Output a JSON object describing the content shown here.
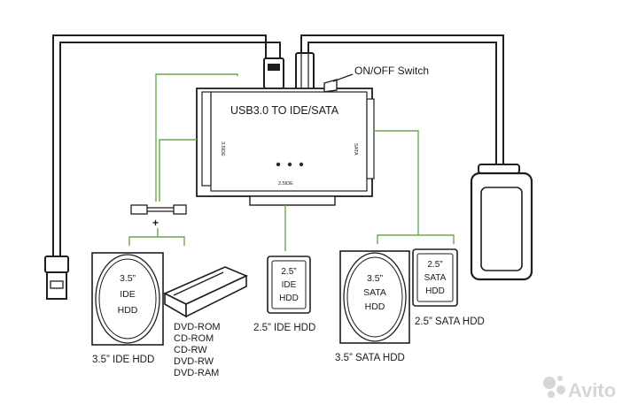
{
  "adapter": {
    "title": "USB3.0 TO IDE/SATA",
    "left_port_label": "3.5IDE",
    "right_port_label": "SATA",
    "bottom_port_label": "2.5IDE"
  },
  "switch_label": "ON/OFF Switch",
  "power_plug_polarity": "+",
  "devices": {
    "ide35": {
      "inner": [
        "3.5”",
        "IDE",
        "HDD"
      ],
      "caption": "3.5”  IDE HDD"
    },
    "optical": {
      "captions": [
        "DVD-ROM",
        "CD-ROM",
        "CD-RW",
        "DVD-RW",
        "DVD-RAM"
      ]
    },
    "ide25": {
      "inner": [
        "2.5”",
        "IDE",
        "HDD"
      ],
      "caption": "2.5”  IDE HDD"
    },
    "sata35": {
      "inner": [
        "3.5”",
        "SATA",
        "HDD"
      ],
      "caption": "3.5”  SATA HDD"
    },
    "sata25": {
      "inner": [
        "2.5”",
        "SATA",
        "HDD"
      ],
      "caption": "2.5”  SATA HDD"
    }
  },
  "watermark": "Avito",
  "colors": {
    "line": "#1e1e1e",
    "connector": "#6aa84f"
  },
  "icons": [
    "usb-plug-icon",
    "power-adapter-icon",
    "dc-jack-icon",
    "power-cable-icon",
    "optical-drive-icon",
    "hdd-icon"
  ]
}
